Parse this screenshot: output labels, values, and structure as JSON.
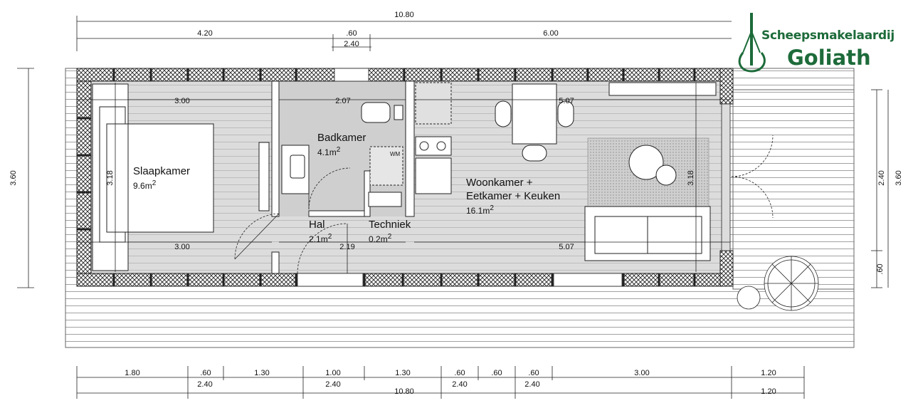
{
  "logo": {
    "line1": "Scheepsmakelaardij",
    "line2": "Goliath",
    "brand_color": "#1d6b3a"
  },
  "rooms": {
    "slaapkamer": {
      "name": "Slaapkamer",
      "area": "9.6",
      "unit": "m",
      "sup": "2"
    },
    "badkamer": {
      "name": "Badkamer",
      "area": "4.1",
      "unit": "m",
      "sup": "2"
    },
    "hal": {
      "name": "Hal",
      "area": "2.1",
      "unit": "m",
      "sup": "2"
    },
    "techniek": {
      "name": "Techniek",
      "area": "0.2",
      "unit": "m",
      "sup": "2"
    },
    "woonkamer": {
      "line1": "Woonkamer +",
      "line2": "Eetkamer + Keuken",
      "area": "16.1",
      "unit": "m",
      "sup": "2"
    }
  },
  "appliance": {
    "wm": "WM"
  },
  "dimensions": {
    "top_total": "10.80",
    "top_left": "4.20",
    "top_mid": ".60",
    "top_mid_sub": "2.40",
    "top_right": "6.00",
    "slaap_top": "3.00",
    "slaap_bottom": "3.00",
    "slaap_height": "3.18",
    "bad_width": "2.07",
    "hal_width": "2.19",
    "woon_top": "5.07",
    "woon_bottom": "5.07",
    "woon_height": "3.18",
    "left_height": "3.60",
    "right_a": "2.40",
    "right_b": "3.60",
    "right_c": ".60",
    "bottom_row1": [
      "1.80",
      ".60",
      "1.30",
      "1.00",
      "1.30",
      ".60",
      ".60",
      ".60",
      "3.00",
      "1.20"
    ],
    "bottom_row2": [
      "2.40",
      "2.40",
      "2.40",
      "2.40"
    ],
    "bottom_total": "10.80",
    "bottom_right": "1.20"
  }
}
